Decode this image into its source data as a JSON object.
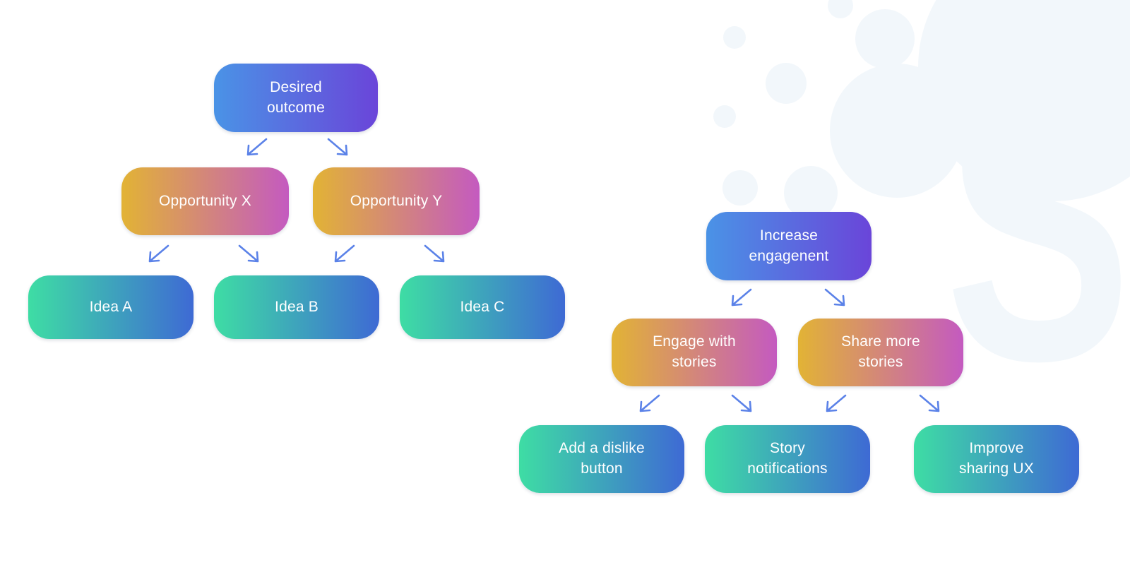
{
  "page": {
    "background": "#ffffff"
  },
  "colors": {
    "outcome-start": "#4a93e6",
    "outcome-end": "#6a45d9",
    "opportunity-start": "#e2b335",
    "opportunity-end": "#c45ac0",
    "idea-start": "#3edda4",
    "idea-end": "#3e6ad4",
    "arrow": "#5b82e8",
    "node-text": "#ffffff",
    "watermark": "#f2f7fb"
  },
  "watermark": {
    "letter": "S"
  },
  "trees": [
    {
      "name": "left-opportunity-tree",
      "nodes": {
        "root": "Desired\noutcome",
        "opp1": "Opportunity X",
        "opp2": "Opportunity Y",
        "idea1": "Idea A",
        "idea2": "Idea B",
        "idea3": "Idea C"
      }
    },
    {
      "name": "right-opportunity-tree",
      "nodes": {
        "root": "Increase\nengagenent",
        "opp1": "Engage with\nstories",
        "opp2": "Share more\nstories",
        "idea1": "Add a dislike\nbutton",
        "idea2": "Story\nnotifications",
        "idea3": "Improve\nsharing UX"
      }
    }
  ]
}
